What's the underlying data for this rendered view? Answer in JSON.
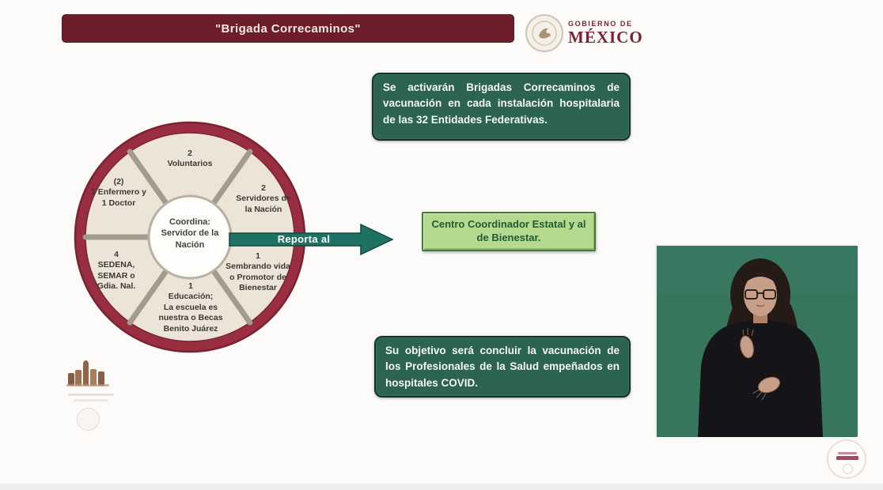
{
  "header": {
    "title": "\"Brigada Correcaminos\"",
    "logo_line1": "GOBIERNO DE",
    "logo_line2": "MÉXICO"
  },
  "boxes": {
    "activation_text": "Se activarán Brigadas Correcaminos de vacunación en cada instalación hospitalaria de las 32 Entidades Federativas.",
    "report_target_text": "Centro Coordinador Estatal y al de Bienestar.",
    "objective_text": "Su objetivo será concluir la vacunación de los Profesionales de la Salud empeñados en hospitales COVID."
  },
  "wheel": {
    "center_label": "Coordina:\nServidor de la\nNación",
    "arrow_label": "Reporta al",
    "segments": [
      {
        "position": "top",
        "label": "2\nVoluntarios"
      },
      {
        "position": "top-right",
        "label": "2\nServidores de\nla Nación"
      },
      {
        "position": "bottom-right",
        "label": "1\nSembrando vida\no Promotor de\nBienestar"
      },
      {
        "position": "bottom",
        "label": "1\nEducación;\nLa escuela es\nnuestra o Becas\nBenito Juárez"
      },
      {
        "position": "bottom-left",
        "label": "4\nSEDENA,\nSEMAR o\nGdia. Nal."
      },
      {
        "position": "top-left",
        "label": "(2)\n1 Enfermero y\n1 Doctor"
      }
    ]
  },
  "colors": {
    "header_maroon": "#6e1e2b",
    "ring_maroon": "#9a2e41",
    "dark_green_box": "#2d6352",
    "arrow_teal": "#1f7263",
    "light_green_bg": "#b5d98f",
    "light_green_border": "#3f7a37",
    "segment_cream": "#ece4d6",
    "interpreter_green": "#37755d"
  }
}
